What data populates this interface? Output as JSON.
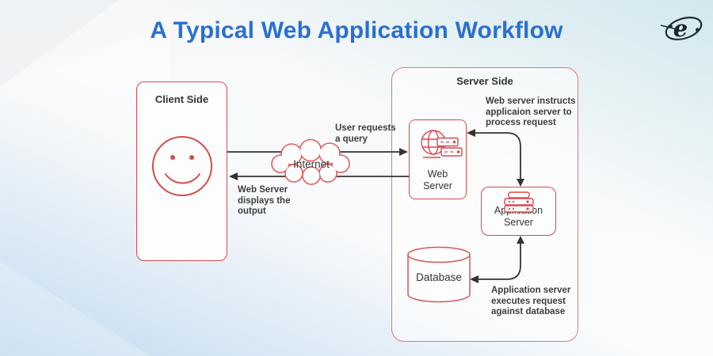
{
  "title": "A Typical Web Application Workflow",
  "logo": {
    "letter": "e",
    "icon": "e-orbit-logo"
  },
  "colors": {
    "title_blue": "#2a70d0",
    "accent_red": "#d8494d",
    "soft_red": "#dc7a76",
    "cloud_red": "#dd5f5f",
    "arrow_dark": "#333333",
    "text_gray": "#3d3d3d"
  },
  "client": {
    "label": "Client Side",
    "icon": "smiley-face-icon"
  },
  "internet": {
    "label": "Internet",
    "icon": "cloud-icon"
  },
  "server": {
    "label": "Server Side",
    "web_server": {
      "label": "Web\nServer",
      "icon": "globe-server-icon"
    },
    "app_server": {
      "label": "Application\nServer",
      "icon": "server-rack-icon"
    },
    "database": {
      "label": "Database",
      "icon": "database-cylinder-icon"
    }
  },
  "annotations": {
    "user_request": "User requests\na query",
    "web_server_output": "Web Server\ndisplays the\noutput",
    "web_to_app": "Web server instructs\napplicaion server to\nprocess request",
    "app_to_db": "Application server\nexecutes request\nagainst database"
  }
}
